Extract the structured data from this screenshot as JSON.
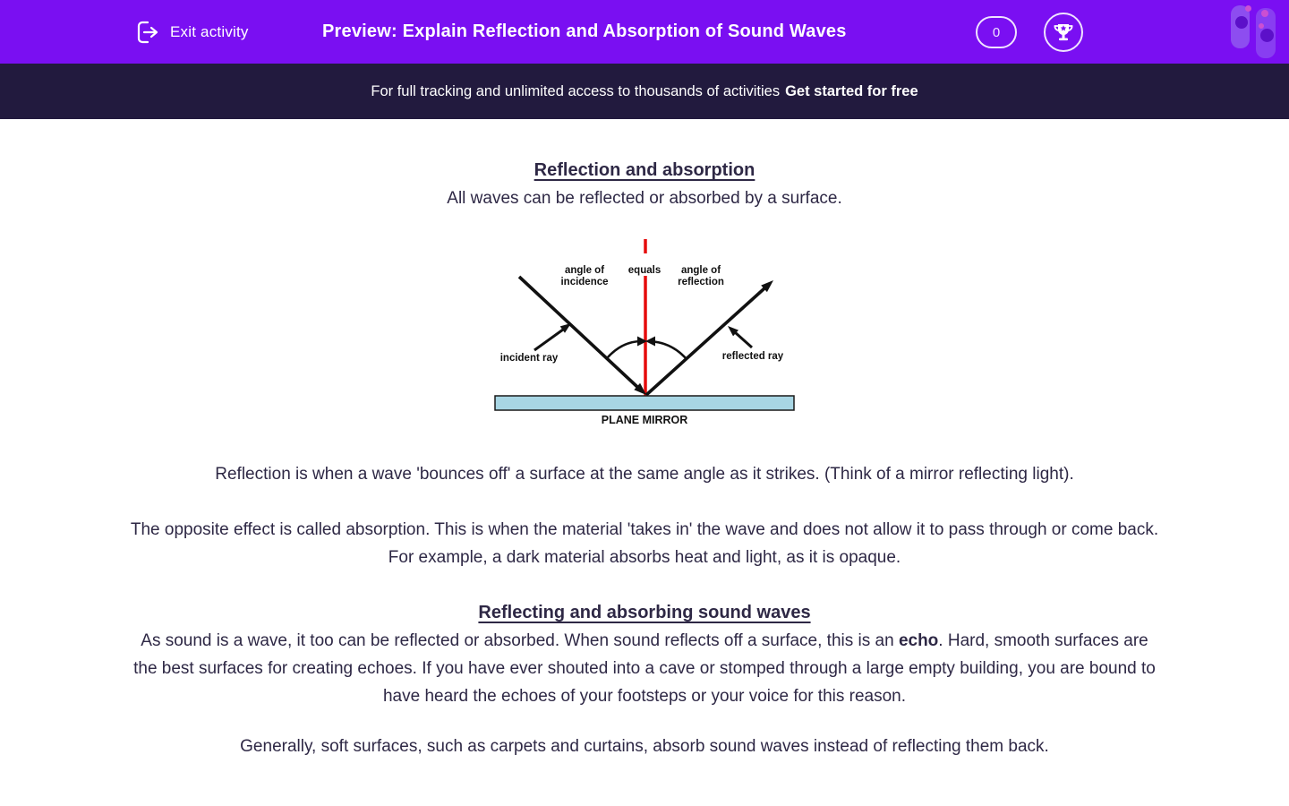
{
  "header": {
    "exit_label": "Exit activity",
    "title": "Preview: Explain Reflection and Absorption of Sound Waves",
    "score": "0"
  },
  "banner": {
    "text": "For full tracking and unlimited access to thousands of activities",
    "cta": "Get started for free"
  },
  "content": {
    "heading1": "Reflection and absorption",
    "intro": "All waves can be reflected or absorbed by a surface.",
    "para_reflection": "Reflection is when a wave 'bounces off' a surface at the same angle as it strikes. (Think of a mirror reflecting light).",
    "para_absorption": "The opposite effect is called absorption. This is when the material 'takes in' the wave and does not allow it to pass through or come back. For example, a dark material absorbs heat and light, as it is opaque.",
    "heading2": "Reflecting and absorbing sound waves",
    "para_sound_part1": "As sound is a wave, it too can be reflected or absorbed. When sound reflects off a surface, this is an ",
    "para_sound_bold": "echo",
    "para_sound_part2": ". Hard, smooth surfaces are the best surfaces for creating echoes. If you have ever shouted into a cave or stomped through a large empty building, you are bound to have heard the echoes of your footsteps or your voice for this reason.",
    "para_partial": "Generally, soft surfaces, such as carpets and curtains, absorb sound waves instead of reflecting them back."
  },
  "diagram": {
    "labels": {
      "angle_incidence_line1": "angle of",
      "angle_incidence_line2": "incidence",
      "equals": "equals",
      "angle_reflection_line1": "angle of",
      "angle_reflection_line2": "reflection",
      "incident_ray": "incident ray",
      "reflected_ray": "reflected ray",
      "mirror": "PLANE MIRROR"
    },
    "colors": {
      "normal_line": "#e60c0c",
      "ray": "#111111",
      "mirror_fill": "#a8d6e4",
      "mirror_border": "#1a1a1a"
    }
  },
  "theme_colors": {
    "header_purple": "#7a0ff2",
    "banner_navy": "#221a3e",
    "body_text": "#2e2845"
  }
}
